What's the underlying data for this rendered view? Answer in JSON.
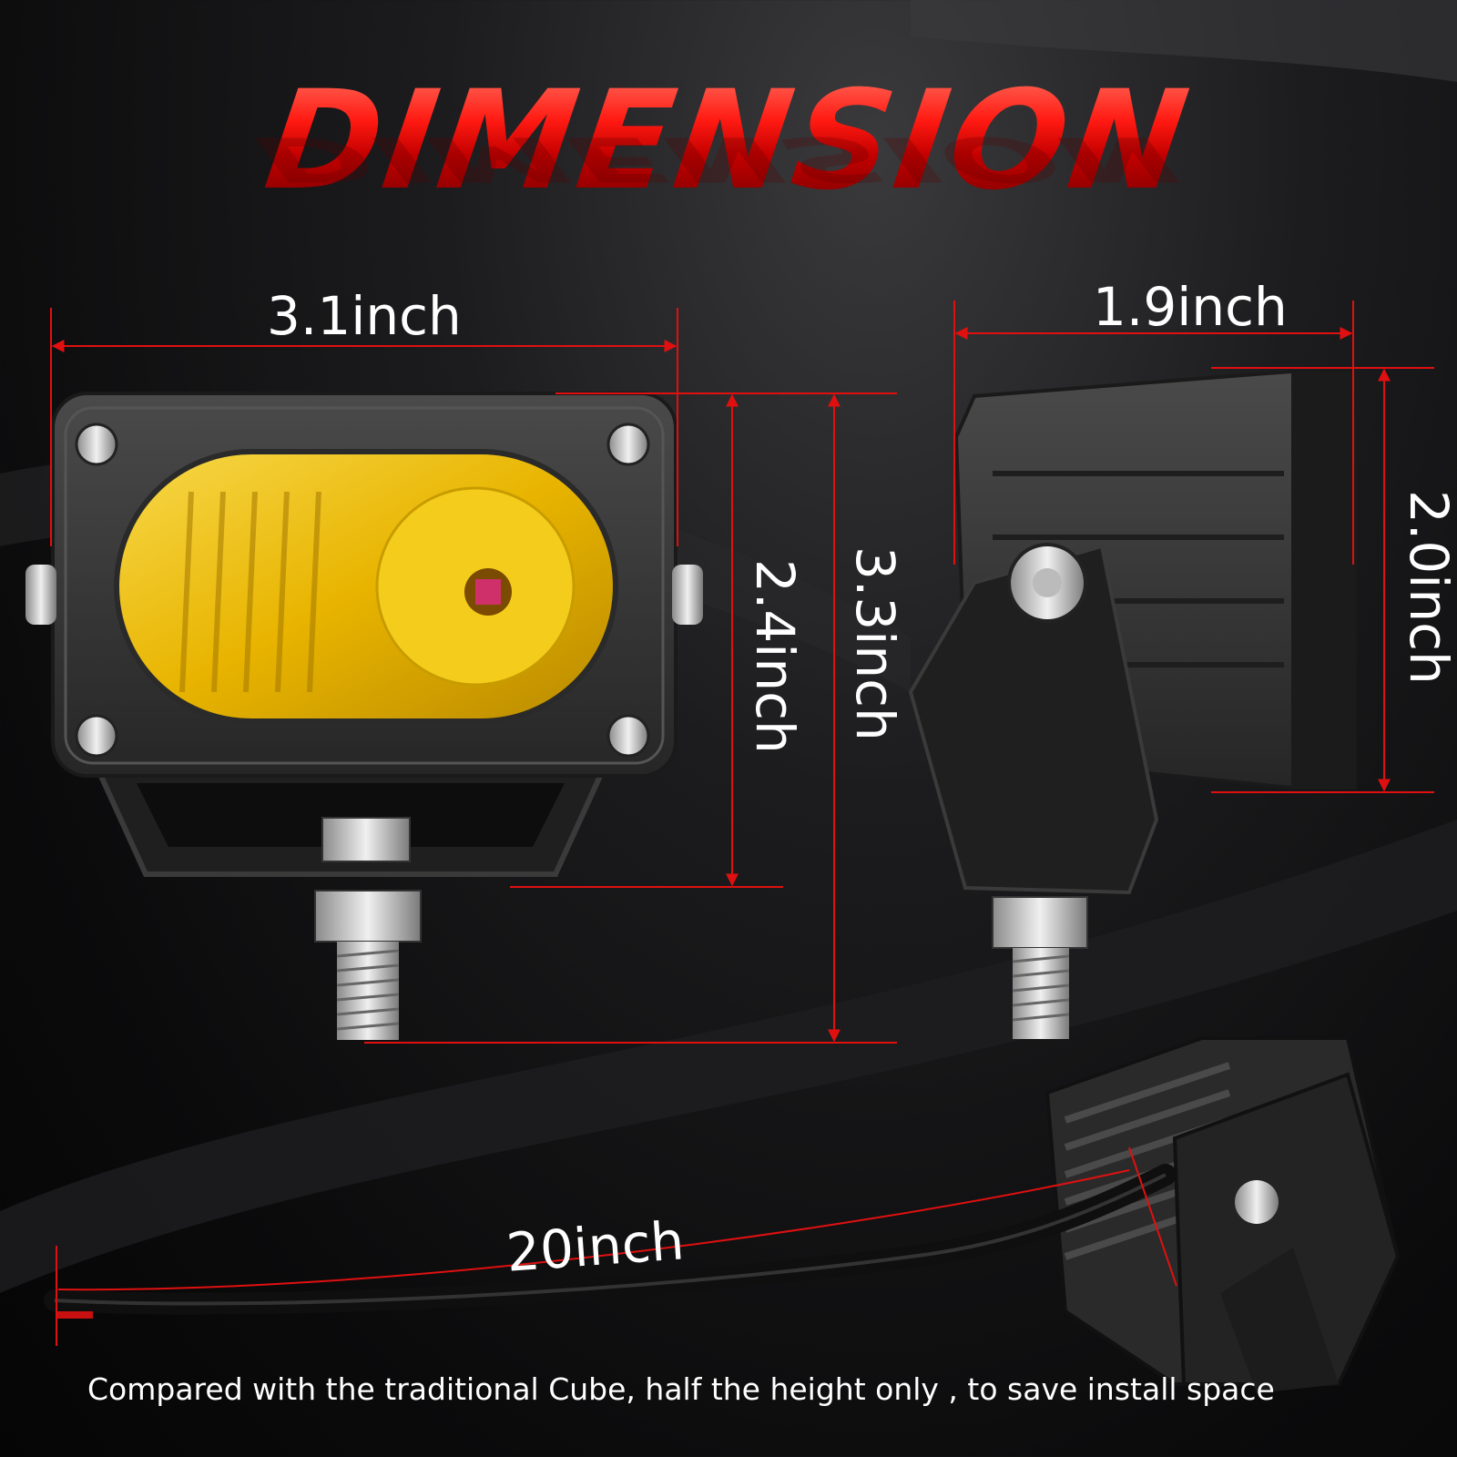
{
  "title": "DIMENSION",
  "dimensions": {
    "width_front": "3.1inch",
    "height_body": "2.4inch",
    "height_total": "3.3inch",
    "depth_side": "1.9inch",
    "height_side": "2.0inch",
    "cable_length": "20inch"
  },
  "caption": "Compared with the traditional Cube, half the height only , to save install space",
  "colors": {
    "accent_red": "#e01010",
    "lens_amber": "#f2c40a",
    "housing": "#3a3a3a"
  }
}
